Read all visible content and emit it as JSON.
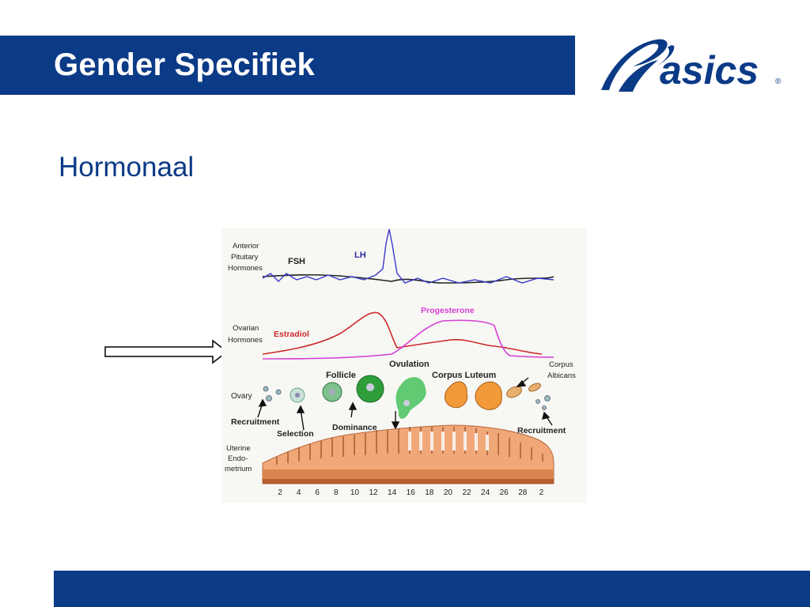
{
  "slide": {
    "title": "Gender Specifiek",
    "subtitle": "Hormonaal",
    "logo_text": "asics",
    "colors": {
      "brand_blue": "#0b3a86",
      "white": "#ffffff"
    }
  },
  "figure": {
    "row_labels": {
      "pituitary": [
        "Anterior",
        "Pituitary",
        "Hormones"
      ],
      "ovarian": [
        "Ovarian",
        "Hormones"
      ],
      "ovary": "Ovary",
      "uterine": [
        "Uterine",
        "Endo-",
        "metrium"
      ]
    },
    "curve_labels": {
      "fsh": "FSH",
      "lh": "LH",
      "estradiol": "Estradiol",
      "progesterone": "Progesterone"
    },
    "stage_labels": {
      "follicle": "Follicle",
      "ovulation": "Ovulation",
      "corpus_luteum": "Corpus Luteum",
      "corpus_albicans": [
        "Corpus",
        "Albicans"
      ],
      "recruitment_left": "Recruitment",
      "selection": "Selection",
      "dominance": "Dominance",
      "recruitment_right": "Recruitment"
    },
    "day_ticks": [
      "2",
      "4",
      "6",
      "8",
      "10",
      "12",
      "14",
      "16",
      "18",
      "20",
      "22",
      "24",
      "26",
      "28",
      "2"
    ],
    "series_colors": {
      "fsh": "#222222",
      "lh": "#3a3acc",
      "estradiol": "#cc2a2a",
      "progesterone": "#d53ed5"
    }
  }
}
